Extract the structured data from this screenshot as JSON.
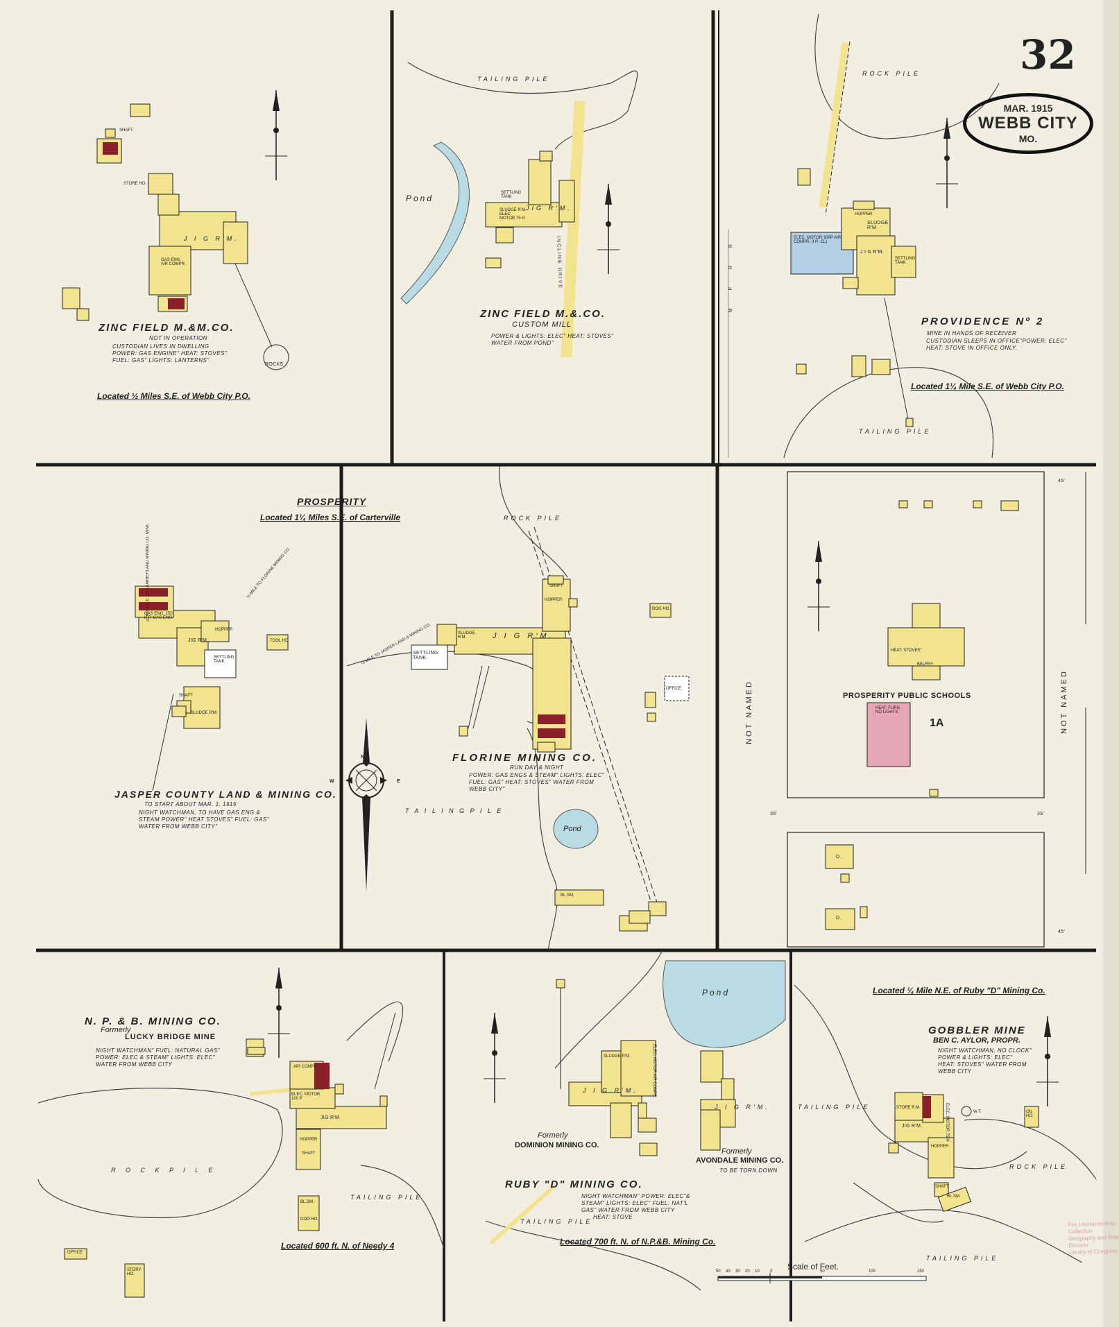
{
  "sheet": {
    "number": "32",
    "date": "MAR. 1915",
    "city": "WEBB CITY",
    "state": "MO."
  },
  "colors": {
    "paper": "#f2efe2",
    "frame": "#1c1c1c",
    "frame_building": "#f2e48e",
    "brick_building": "#e8a7b6",
    "water": "#b9dbe3",
    "boiler": "#8b1f2a",
    "iron_clad": "#b3cfe3"
  },
  "panels": {
    "zinc_field": {
      "name": "ZINC FIELD M.&M.CO.",
      "status": "NOT IN OPERATION",
      "notes": [
        "CUSTODIAN LIVES IN DWELLING",
        "POWER: GAS ENGINE\" HEAT: STOVES\"",
        "FUEL: GAS\" LIGHTS: LANTERNS\""
      ],
      "location": "Located ½ Miles S.E. of Webb City P.O.",
      "labels": {
        "jig": "J I G  R'M.",
        "rocks": "ROCKS",
        "store": "STORE HO.",
        "engine": "GAS ENG. AIR COMPR.",
        "shaft": "SHAFT"
      }
    },
    "custom_mill": {
      "name": "ZINC FIELD M.&.CO.",
      "subtitle": "CUSTOM MILL",
      "notes": [
        "POWER & LIGHTS: ELEC\" HEAT: STOVES\"",
        "WATER FROM POND\""
      ],
      "labels": {
        "tailing": "TAILING PILE",
        "pond": "Pond",
        "jig": "JIG R'M.",
        "incline": "INCLINE DRIVE",
        "settling": "SETTLING TANK",
        "sludge": "SLUDGE R'M. ELEC. MOTOR 75 H"
      }
    },
    "providence": {
      "name": "PROVIDENCE Nº 2",
      "status": "MINE IN HANDS OF RECEIVER",
      "notes": [
        "CUSTODIAN SLEEPS IN OFFICE\"POWER: ELEC\"",
        "HEAT: STOVE IN OFFICE ONLY."
      ],
      "location": "Located 1¼ Mile S.E. of Webb City P.O.",
      "labels": {
        "rock": "ROCK PILE",
        "tailing": "TAILING PILE",
        "railroad": "M P R R",
        "sludge": "SLUDGE R'M.",
        "jig": "J I G R'M.",
        "settling": "SETTLING TANK",
        "elec": "ELEC. MOTOR 300P AIR COMPR. (I.R. CL)",
        "hopper": "HOPPER"
      }
    },
    "jasper": {
      "header": "PROSPERITY",
      "header_sub": "Located 1¼ Miles S.E. of Carterville",
      "name": "JASPER COUNTY LAND & MINING CO.",
      "status": "TO START ABOUT MAR. 1, 1915",
      "notes": [
        "NIGHT WATCHMAN, TO HAVE GAS ENG &",
        "STEAM POWER\" HEAT STOVES\" FUEL: GAS\"",
        "WATER FROM WEBB CITY\""
      ],
      "labels": {
        "jig": "JIG R'M.",
        "sludge": "SLUDGE R'M.",
        "settling": "SETTLING TANK",
        "engine": "GAS ENG. 150 H.P. GAS ENG.",
        "hopper": "HOPPER",
        "shaft": "SHAFT",
        "tool": "TOOL HO.",
        "mine_note": "¼ MILE S.E. OF CUMBERLAND MINING CO. MINE",
        "florine_note": "¼ MILE TO FLORINE MINING CO."
      }
    },
    "florine": {
      "name": "FLORINE MINING CO.",
      "status": "RUN DAY & NIGHT",
      "notes": [
        "POWER: GAS ENGS & STEAM\" LIGHTS: ELEC\"",
        "FUEL: GAS\" HEAT: STOVES\" WATER FROM",
        "WEBB CITY\""
      ],
      "labels": {
        "rock": "ROCK PILE",
        "tailing": "T A I L I N G   P I L E",
        "pond": "Pond",
        "jig": "J I G  R'M.",
        "sludge": "SLUDGE R'M.",
        "settling": "SETTLING TANK",
        "dog": "DOG HO.",
        "office": "OFFICE",
        "hopper": "HOPPER",
        "shaft": "SHAFT",
        "blsm": "BL.SM.",
        "note": "¼ MILE TO JASPER LAND & MINING CO."
      }
    },
    "schools": {
      "name": "PROSPERITY PUBLIC SCHOOLS",
      "labels": {
        "heat": "HEAT: STOVES\"",
        "heat_furn": "HEAT: FURN. NO LIGHTS",
        "belfry": "BELFRY",
        "class": "1A",
        "street_left": "NOT NAMED",
        "street_right": "NOT NAMED",
        "w45": "45'",
        "w35": "35'",
        "dwelling": "D."
      }
    },
    "npb": {
      "name": "N. P. & B. MINING CO.",
      "formerly": "Formerly",
      "formerly_name": "LUCKY BRIDGE MINE",
      "notes": [
        "NIGHT WATCHMAN\" FUEL: NATURAL GAS\"",
        "POWER: ELEC & STEAM\" LIGHTS: ELEC\"",
        "WATER FROM WEBB CITY"
      ],
      "location": "Located 600 ft. N. of Needy 4",
      "labels": {
        "rock": "R O C K   P I L E",
        "tailing": "TAILING PILE",
        "jig": "JIG R'M.",
        "air": "AIR COMPR.",
        "elec": "ELEC. MOTOR 100 P",
        "hopper": "HOPPER",
        "shaft": "SHAFT",
        "blsm": "BL.SM.",
        "dog": "DOG HO.",
        "office": "OFFICE",
        "store": "STORY HO."
      }
    },
    "ruby": {
      "name": "RUBY \"D\" MINING CO.",
      "notes": [
        "NIGHT WATCHMAN\" POWER: ELEC\"&",
        "STEAM\" LIGHTS: ELEC\" FUEL: NAT'L",
        "GAS\" WATER FROM WEBB CITY",
        "HEAT: STOVE"
      ],
      "location": "Located 700 ft. N. of N.P.&B. Mining Co.",
      "labels": {
        "pond": "Pond",
        "tailing": "TAILING PILE",
        "jig1": "J I G  R'M.",
        "jig2": "J I G  R'M.",
        "sludge": "SLUDGE R'M.",
        "formerly_dom": "Formerly",
        "dominion": "DOMINION MINING CO.",
        "formerly_av": "Formerly",
        "avondale": "AVONDALE MINING CO.",
        "torn": "TO BE TORN DOWN",
        "elec": "ELEC. MOTOR AIR COMPR."
      }
    },
    "gobbler": {
      "location": "Located ¼ Mile N.E. of Ruby \"D\" Mining Co.",
      "name": "GOBBLER MINE",
      "owner": "BEN C. AYLOR, PROPR.",
      "notes": [
        "NIGHT WATCHMAN, NO CLOCK\"",
        "POWER & LIGHTS: ELEC\"",
        "HEAT: STOVES\" WATER FROM",
        "WEBB CITY"
      ],
      "labels": {
        "tailing": "TAILING PILE",
        "tailing2": "TAILING PILE",
        "rock": "ROCK PILE",
        "jig": "JIG R'M.",
        "store": "STORE R.M.",
        "oil": "OIL HO.",
        "hopper": "HOPPER",
        "shaft": "SHAFT",
        "blsm": "BL.SM.",
        "wt": "W.T.",
        "elec": "ELEC. MOTOR 75 H"
      }
    }
  },
  "compass": {
    "north": "N",
    "east": "E",
    "west": "W"
  },
  "scale": {
    "title": "Scale of Feet.",
    "ticks": [
      "50",
      "40",
      "30",
      "20",
      "10",
      "0",
      "50",
      "100",
      "150"
    ]
  },
  "stamp": [
    "Fire Insurance Map Collection",
    "Geography and Map Division",
    "Library of Congress"
  ]
}
